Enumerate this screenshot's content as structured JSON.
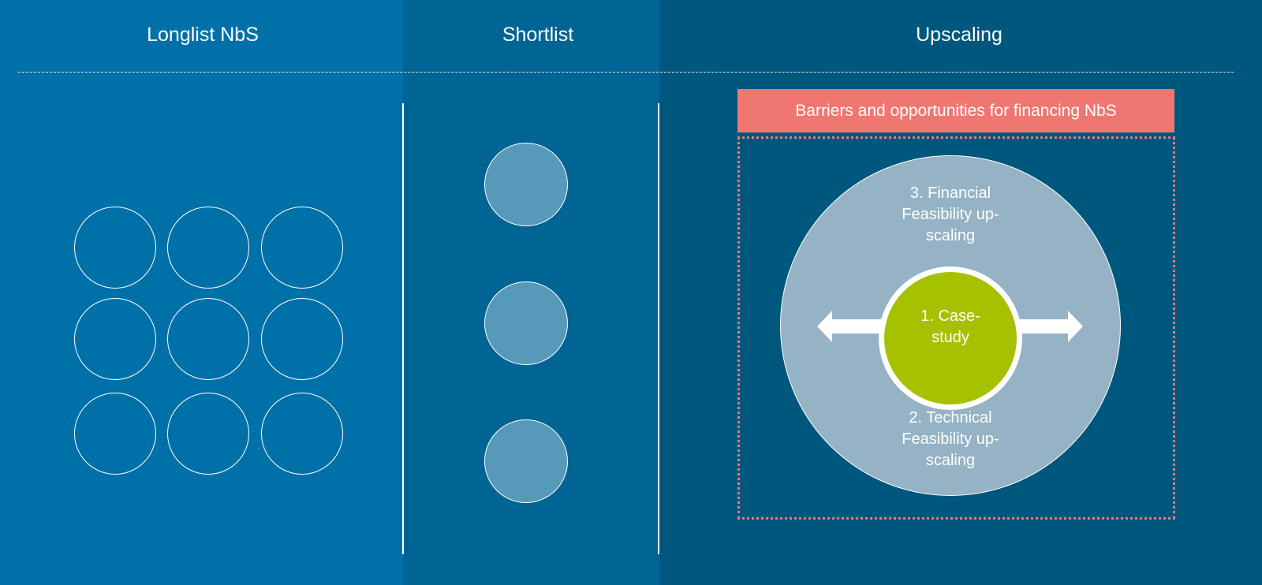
{
  "columns": {
    "longlist": {
      "title": "Longlist NbS",
      "color": "#0071a8"
    },
    "shortlist": {
      "title": "Shortlist",
      "color": "#006494"
    },
    "upscaling": {
      "title": "Upscaling",
      "color": "#00577d"
    }
  },
  "upscaling": {
    "banner": "Barriers and opportunities for financing NbS",
    "outer_top": [
      "3. Financial",
      "Feasibility up-",
      "scaling"
    ],
    "outer_bottom": [
      "2. Technical",
      "Feasibility up-",
      "scaling"
    ],
    "inner": [
      "1. Case-",
      "study"
    ]
  }
}
